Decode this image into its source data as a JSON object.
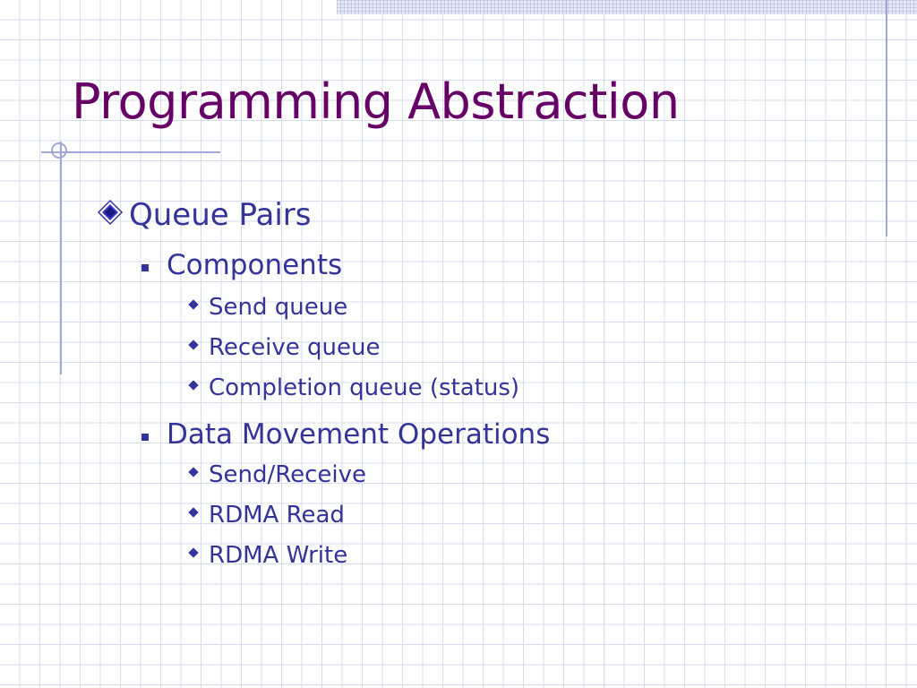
{
  "slide": {
    "title": "Programming Abstraction",
    "bullet": {
      "text": "Queue Pairs",
      "icon": "diamond-bullet-icon",
      "sub": [
        {
          "text": "Components",
          "icon": "square-bullet-icon",
          "items": [
            "Send queue",
            "Receive queue",
            "Completion queue (status)"
          ]
        },
        {
          "text": "Data Movement Operations",
          "icon": "square-bullet-icon",
          "items": [
            "Send/Receive",
            "RDMA Read",
            "RDMA Write"
          ]
        }
      ]
    }
  },
  "colors": {
    "title": "#660066",
    "body": "#333399",
    "grid": "#d8dcef",
    "accent_rule": "#9fa8d8"
  }
}
